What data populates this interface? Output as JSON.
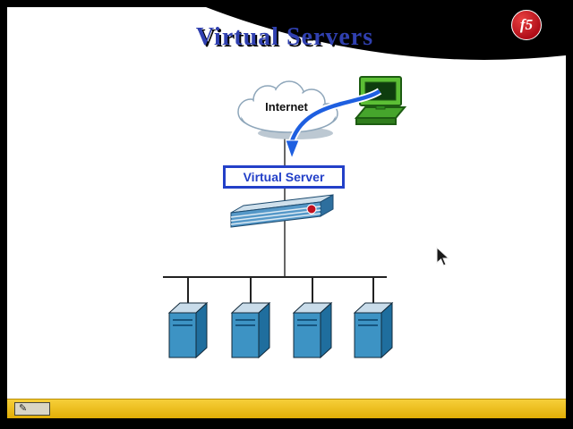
{
  "window": {
    "background_color": "#000000"
  },
  "slide": {
    "title": "Virtual Servers",
    "title_color": "#3040b0",
    "background_color": "#ffffff",
    "corner_decoration_color": "#000000"
  },
  "logo": {
    "text": "f5",
    "background_color": "#b00d18",
    "text_color": "#ffffff"
  },
  "diagram": {
    "internet_label": "Internet",
    "virtual_server_label": "Virtual Server",
    "virtual_server_border_color": "#2340c8",
    "arrow_color": "#1e5fe0",
    "connector_line_color": "#222222",
    "cloud_outline_color": "#8ea6ba",
    "computer_color": "#5cbf35",
    "appliance_color": "#5598c8",
    "appliance_badge_color": "#c01020",
    "server_tower_color": "#3d93c4",
    "pool_server_count": 4
  },
  "statusbar": {
    "background_color": "#edbd13",
    "pencil_icon": "✎"
  }
}
